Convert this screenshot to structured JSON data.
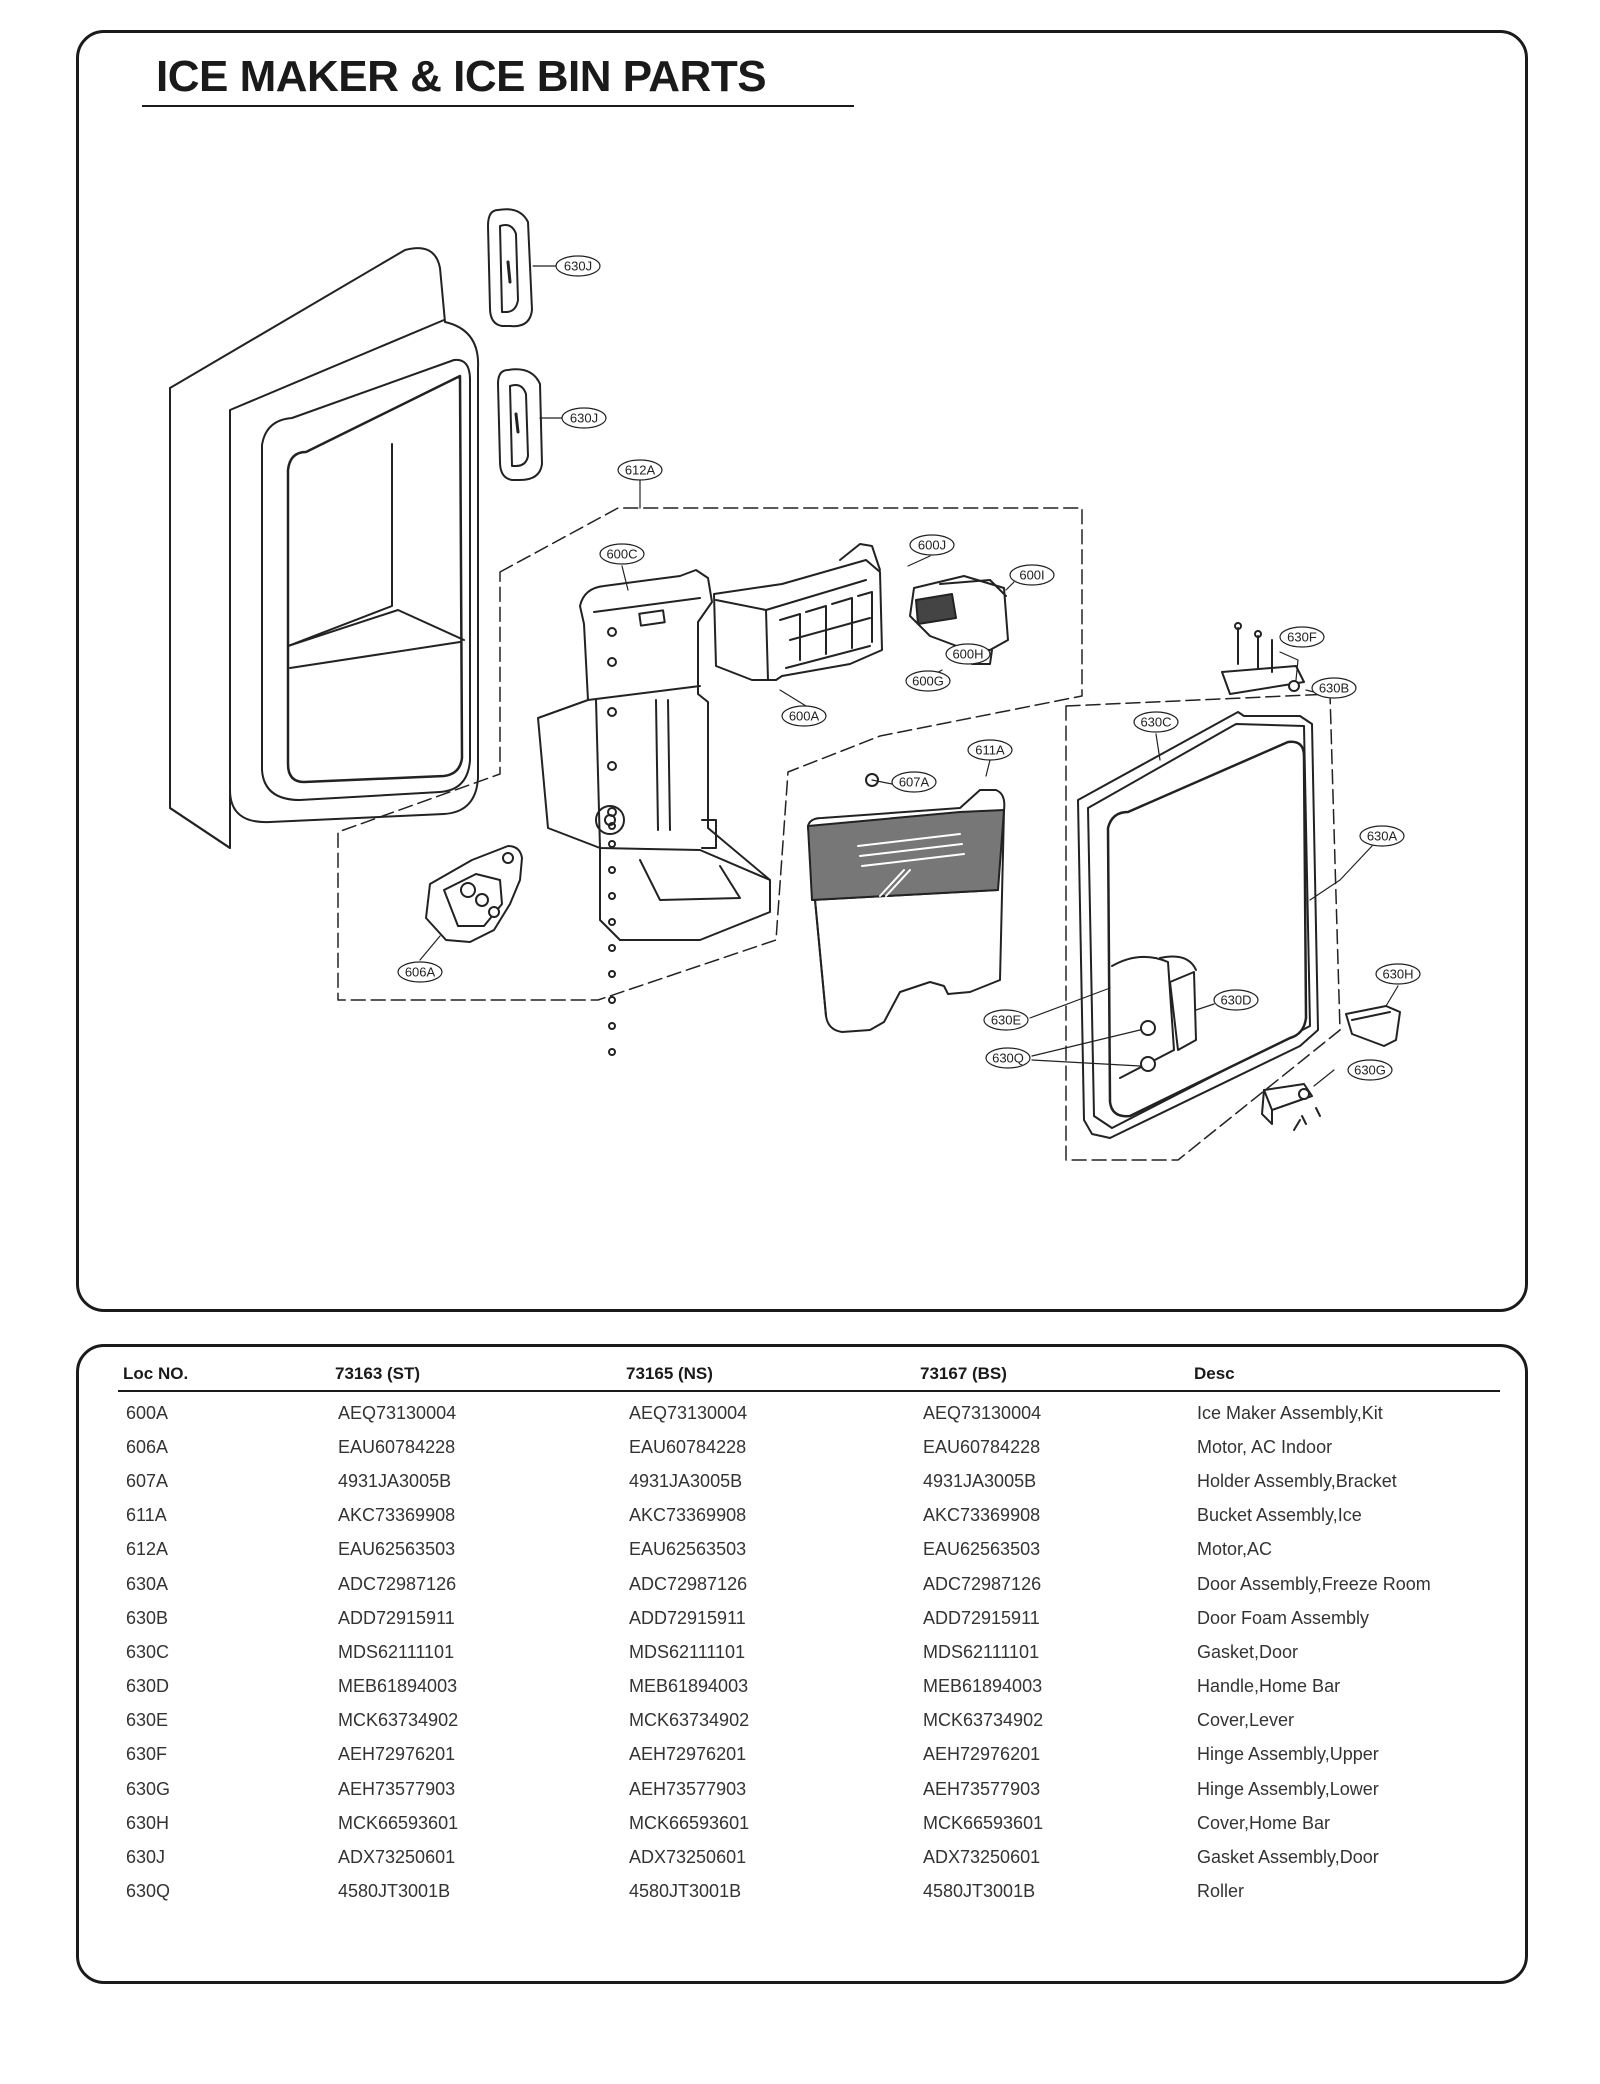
{
  "page": {
    "title": "ICE MAKER & ICE BIN PARTS"
  },
  "diagram": {
    "callouts": [
      "630J",
      "630J",
      "612A",
      "600C",
      "600J",
      "600I",
      "630F",
      "630B",
      "600H",
      "600G",
      "600A",
      "630C",
      "611A",
      "607A",
      "630A",
      "606A",
      "630H",
      "630D",
      "630E",
      "630Q",
      "630G"
    ]
  },
  "parts_table": {
    "columns": [
      "Loc NO.",
      "73163 (ST)",
      "73165 (NS)",
      "73167 (BS)",
      "Desc"
    ],
    "rows": [
      [
        "600A",
        "AEQ73130004",
        "AEQ73130004",
        "AEQ73130004",
        "Ice Maker Assembly,Kit"
      ],
      [
        "606A",
        "EAU60784228",
        "EAU60784228",
        "EAU60784228",
        "Motor, AC Indoor"
      ],
      [
        "607A",
        "4931JA3005B",
        "4931JA3005B",
        "4931JA3005B",
        "Holder Assembly,Bracket"
      ],
      [
        "611A",
        "AKC73369908",
        "AKC73369908",
        "AKC73369908",
        "Bucket Assembly,Ice"
      ],
      [
        "612A",
        "EAU62563503",
        "EAU62563503",
        "EAU62563503",
        "Motor,AC"
      ],
      [
        "630A",
        "ADC72987126",
        "ADC72987126",
        "ADC72987126",
        "Door Assembly,Freeze Room"
      ],
      [
        "630B",
        "ADD72915911",
        "ADD72915911",
        "ADD72915911",
        "Door Foam Assembly"
      ],
      [
        "630C",
        "MDS62111101",
        "MDS62111101",
        "MDS62111101",
        "Gasket,Door"
      ],
      [
        "630D",
        "MEB61894003",
        "MEB61894003",
        "MEB61894003",
        "Handle,Home Bar"
      ],
      [
        "630E",
        "MCK63734902",
        "MCK63734902",
        "MCK63734902",
        "Cover,Lever"
      ],
      [
        "630F",
        "AEH72976201",
        "AEH72976201",
        "AEH72976201",
        "Hinge Assembly,Upper"
      ],
      [
        "630G",
        "AEH73577903",
        "AEH73577903",
        "AEH73577903",
        "Hinge Assembly,Lower"
      ],
      [
        "630H",
        "MCK66593601",
        "MCK66593601",
        "MCK66593601",
        "Cover,Home Bar"
      ],
      [
        "630J",
        "ADX73250601",
        "ADX73250601",
        "ADX73250601",
        "Gasket Assembly,Door"
      ],
      [
        "630Q",
        "4580JT3001B",
        "4580JT3001B",
        "4580JT3001B",
        "Roller"
      ]
    ]
  }
}
